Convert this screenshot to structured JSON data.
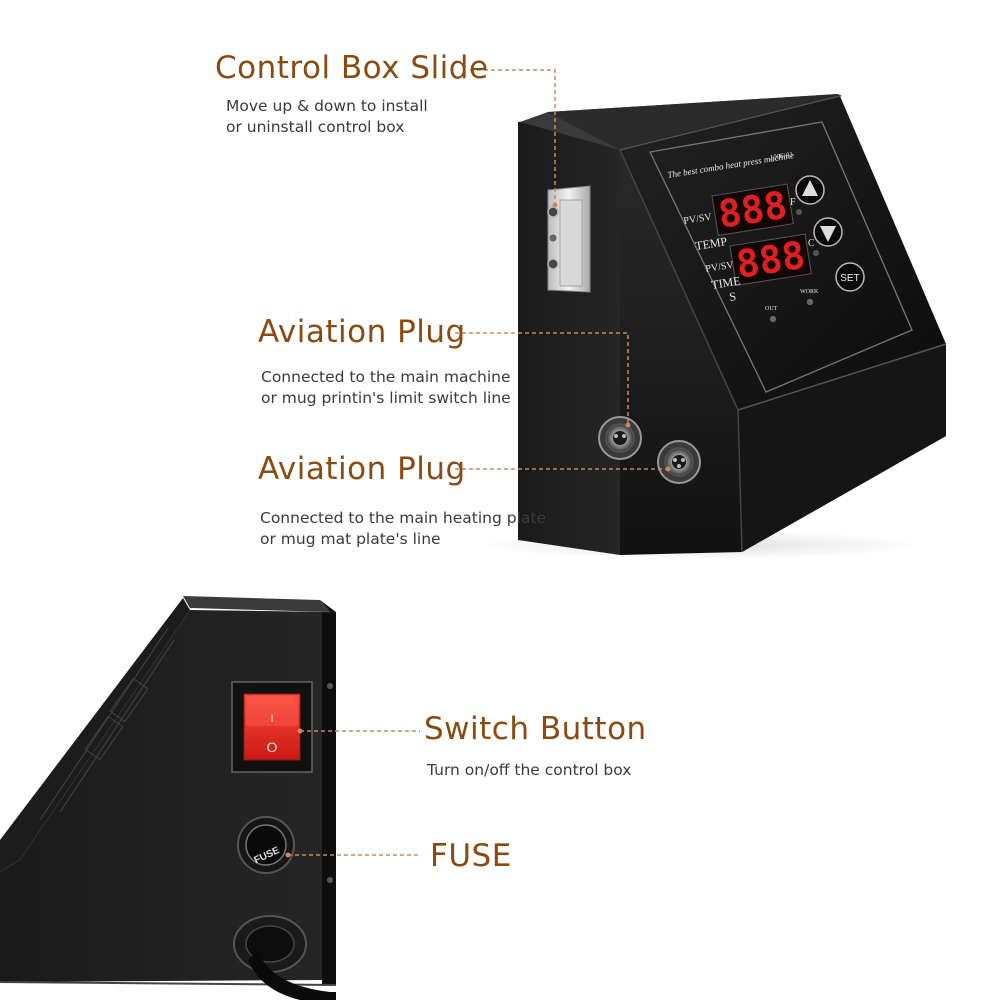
{
  "callouts": {
    "slide": {
      "title": "Control Box Slide",
      "desc": "Move up & down to install\nor uninstall control box"
    },
    "plug1": {
      "title": "Aviation Plug",
      "desc": "Connected to the main machine\n or mug printin's limit switch line"
    },
    "plug2": {
      "title": "Aviation Plug",
      "desc": "Connected to the main heating plate\nor mug mat plate's line"
    },
    "switch": {
      "title": "Switch Button",
      "desc": "Turn on/off the control box"
    },
    "fuse": {
      "title": "FUSE"
    }
  },
  "panel": {
    "header": "The best combo heat press machine",
    "model": "1006-01",
    "pv_sv_1": "PV/SV",
    "temp": "TEMP",
    "pv_sv_2": "PV/SV",
    "time": "TIME",
    "s": "S",
    "f": "F",
    "c": "C",
    "set": "SET",
    "out": "OUT",
    "work": "WORK",
    "digits_top": "888",
    "digits_bottom": "888"
  },
  "side": {
    "switch_on": "I",
    "switch_off": "O",
    "fuse_label": "FUSE"
  },
  "colors": {
    "title": "#8a4a12",
    "leader": "#c98a5a",
    "digits": "#e02020"
  }
}
